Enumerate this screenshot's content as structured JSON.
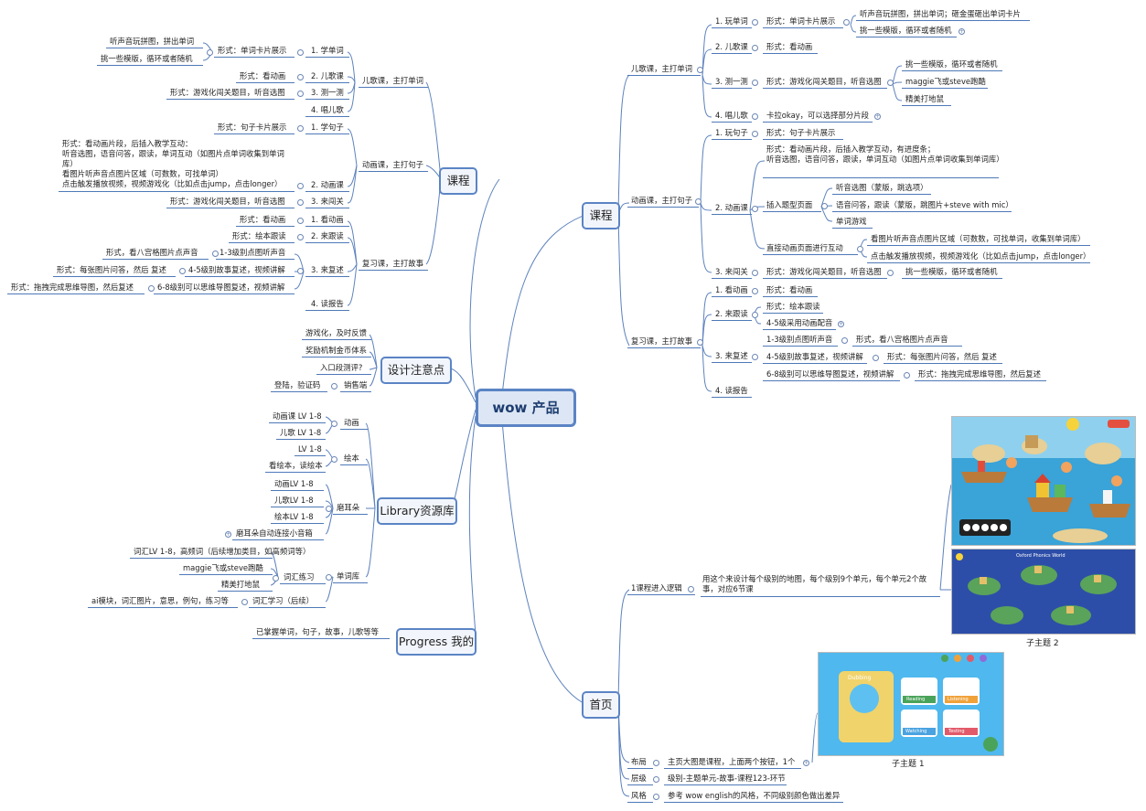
{
  "title": "wow 产品",
  "left": {
    "kecheng": "课程",
    "erge": "儿歌课，主打单词",
    "erge_items": [
      "1. 学单词",
      "2. 儿歌课",
      "3. 测一测",
      "4. 唱儿歌"
    ],
    "erge_form1": "形式：单词卡片展示",
    "erge_form1_sub": [
      "听声音玩拼图，拼出单词",
      "挑一些模版，循环或者随机"
    ],
    "erge_form2": "形式：看动画",
    "erge_form3": "形式：游戏化闯关题目，听音选图",
    "donghua": "动画课，主打句子",
    "donghua_items": [
      "1. 学句子",
      "2. 动画课",
      "3. 来闯关"
    ],
    "donghua_form1": "形式：句子卡片展示",
    "donghua_form2": "形式：看动画片段，后插入教学互动：\n听音选图，语音问答，跟读，单词互动（如图片点单词收集到单词库）\n看图片听声音点图片区域（可数数，可找单词）\n点击触发播放视频，视频游戏化（比如点击jump，点击longer）",
    "donghua_form3": "形式：游戏化闯关题目，听音选图",
    "fuxi": "复习课，主打故事",
    "fuxi_items": [
      "1. 看动画",
      "2. 来跟读",
      "3. 来复述",
      "4. 读报告"
    ],
    "fuxi_form1": "形式：看动画",
    "fuxi_form2": "形式：绘本跟读",
    "fuxi_form3": [
      "1-3级别点图听声音",
      "4-5级别故事复述，视频讲解",
      "6-8级别可以思维导图复述，视频讲解"
    ],
    "fuxi_form3_sub": [
      "形式，看八宫格图片点声音",
      "形式：每张图片问答，然后 复述",
      "形式：拖拽完成思维导图，然后复述"
    ],
    "sheji": "设计注意点",
    "sheji_items": [
      "游戏化，及时反馈",
      "奖励机制金币体系",
      "入口段测评?",
      "销售端"
    ],
    "sheji_sub": "登陆，验证码",
    "library": "Library资源库",
    "lib_cats": [
      "动画",
      "绘本",
      "磨耳朵",
      "单词库"
    ],
    "lib_donghua": [
      "动画课 LV 1-8",
      "儿歌 LV 1-8"
    ],
    "lib_huiben": [
      "LV 1-8",
      "看绘本，读绘本"
    ],
    "lib_moerduo": [
      "动画LV 1-8",
      "儿歌LV 1-8",
      "绘本LV 1-8",
      "磨耳朵自动连接小音箱"
    ],
    "lib_danci": [
      "词汇练习",
      "词汇学习（后续）"
    ],
    "lib_lianxi": [
      "词汇LV 1-8，高频词（后续增加类目，如高频词等）",
      "maggie飞或steve跑酷",
      "精美打地鼠"
    ],
    "lib_xuexi": "ai模块，词汇图片，意思，例句，练习等",
    "progress": "Progress 我的",
    "progress_sub": "已掌握单词，句子，故事，儿歌等等"
  },
  "right": {
    "kecheng": "课程",
    "erge": "儿歌课，主打单词",
    "erge_items": [
      "1. 玩单词",
      "2. 儿歌课",
      "3. 测一测",
      "4. 唱儿歌"
    ],
    "erge_form1": "形式：单词卡片展示",
    "erge_form1_sub": [
      "听声音玩拼图，拼出单词；砸金蛋砸出单词卡片",
      "挑一些模版，循环或者随机"
    ],
    "erge_form2": "形式：看动画",
    "erge_form3": "形式：游戏化闯关题目，听音选图",
    "erge_form3_sub": [
      "挑一些模版，循环或者随机",
      "maggie飞或steve跑酷",
      "精美打地鼠"
    ],
    "erge_form4": "卡拉okay，可以选择部分片段",
    "donghua": "动画课，主打句子",
    "donghua_items": [
      "1. 玩句子",
      "2. 动画课",
      "3. 来闯关"
    ],
    "donghua_form1": "形式：句子卡片展示",
    "donghua_form2": "形式：看动画片段，后插入教学互动，有进度条；\n听音选图，语音问答，跟读，单词互动（如图片点单词收集到单词库）",
    "insert_label": "插入题型页面",
    "insert_items": [
      "听音选图（蒙版，跳选项）",
      "语音问答，跟读（蒙版，跳图片+steve with mic）",
      "单词游戏"
    ],
    "direct_label": "直接动画页面进行互动",
    "direct_items": [
      "看图片听声音点图片区域（可数数，可找单词，收集到单词库）",
      "点击触发播放视频，视频游戏化（比如点击jump，点击longer）"
    ],
    "donghua_form3": "形式：游戏化闯关题目，听音选图",
    "donghua_form3_sub": "挑一些模版，循环或者随机",
    "fuxi": "复习课，主打故事",
    "fuxi_items": [
      "1. 看动画",
      "2. 来跟读",
      "3. 来复述",
      "4. 读报告"
    ],
    "fuxi_form1": "形式：看动画",
    "fuxi_form2": [
      "形式：绘本跟读",
      "4-5级采用动画配音"
    ],
    "fuxi_form3": [
      "1-3级别点图听声音",
      "4-5级别故事复述，视频讲解",
      "6-8级别可以思维导图复述，视频讲解"
    ],
    "fuxi_form3_sub": [
      "形式，看八宫格图片点声音",
      "形式：每张图片问答，然后 复述",
      "形式：拖拽完成思维导图，然后复述"
    ],
    "shouye": "首页",
    "shouye_items": [
      "1课程进入逻辑",
      "布局",
      "层级",
      "风格"
    ],
    "logic_text": "用这个来设计每个级别的地图，每个级别9个单元，每个单元2个故事，对应6节课",
    "buju_text": "主页大图是课程，上面两个按钮，1个",
    "cengji_text": "级别-主题单元-故事-课程123-环节",
    "fengge_text": "参考 wow english的风格，不同级别颜色做出差异",
    "theme2": "子主题 2",
    "theme1": "子主题 1",
    "map_title": "Oxford Phonics World",
    "app_tiles": [
      "Dubbing",
      "Reading",
      "Listening",
      "Watching",
      "Testing"
    ]
  },
  "colors": {
    "line": "#4f79b8",
    "node_border": "#5b84c4",
    "center_fill": "#dce6f4",
    "sea": "#3aa3d8",
    "map_bg": "#2d4ea8",
    "app_bg": "#f1d36b"
  }
}
